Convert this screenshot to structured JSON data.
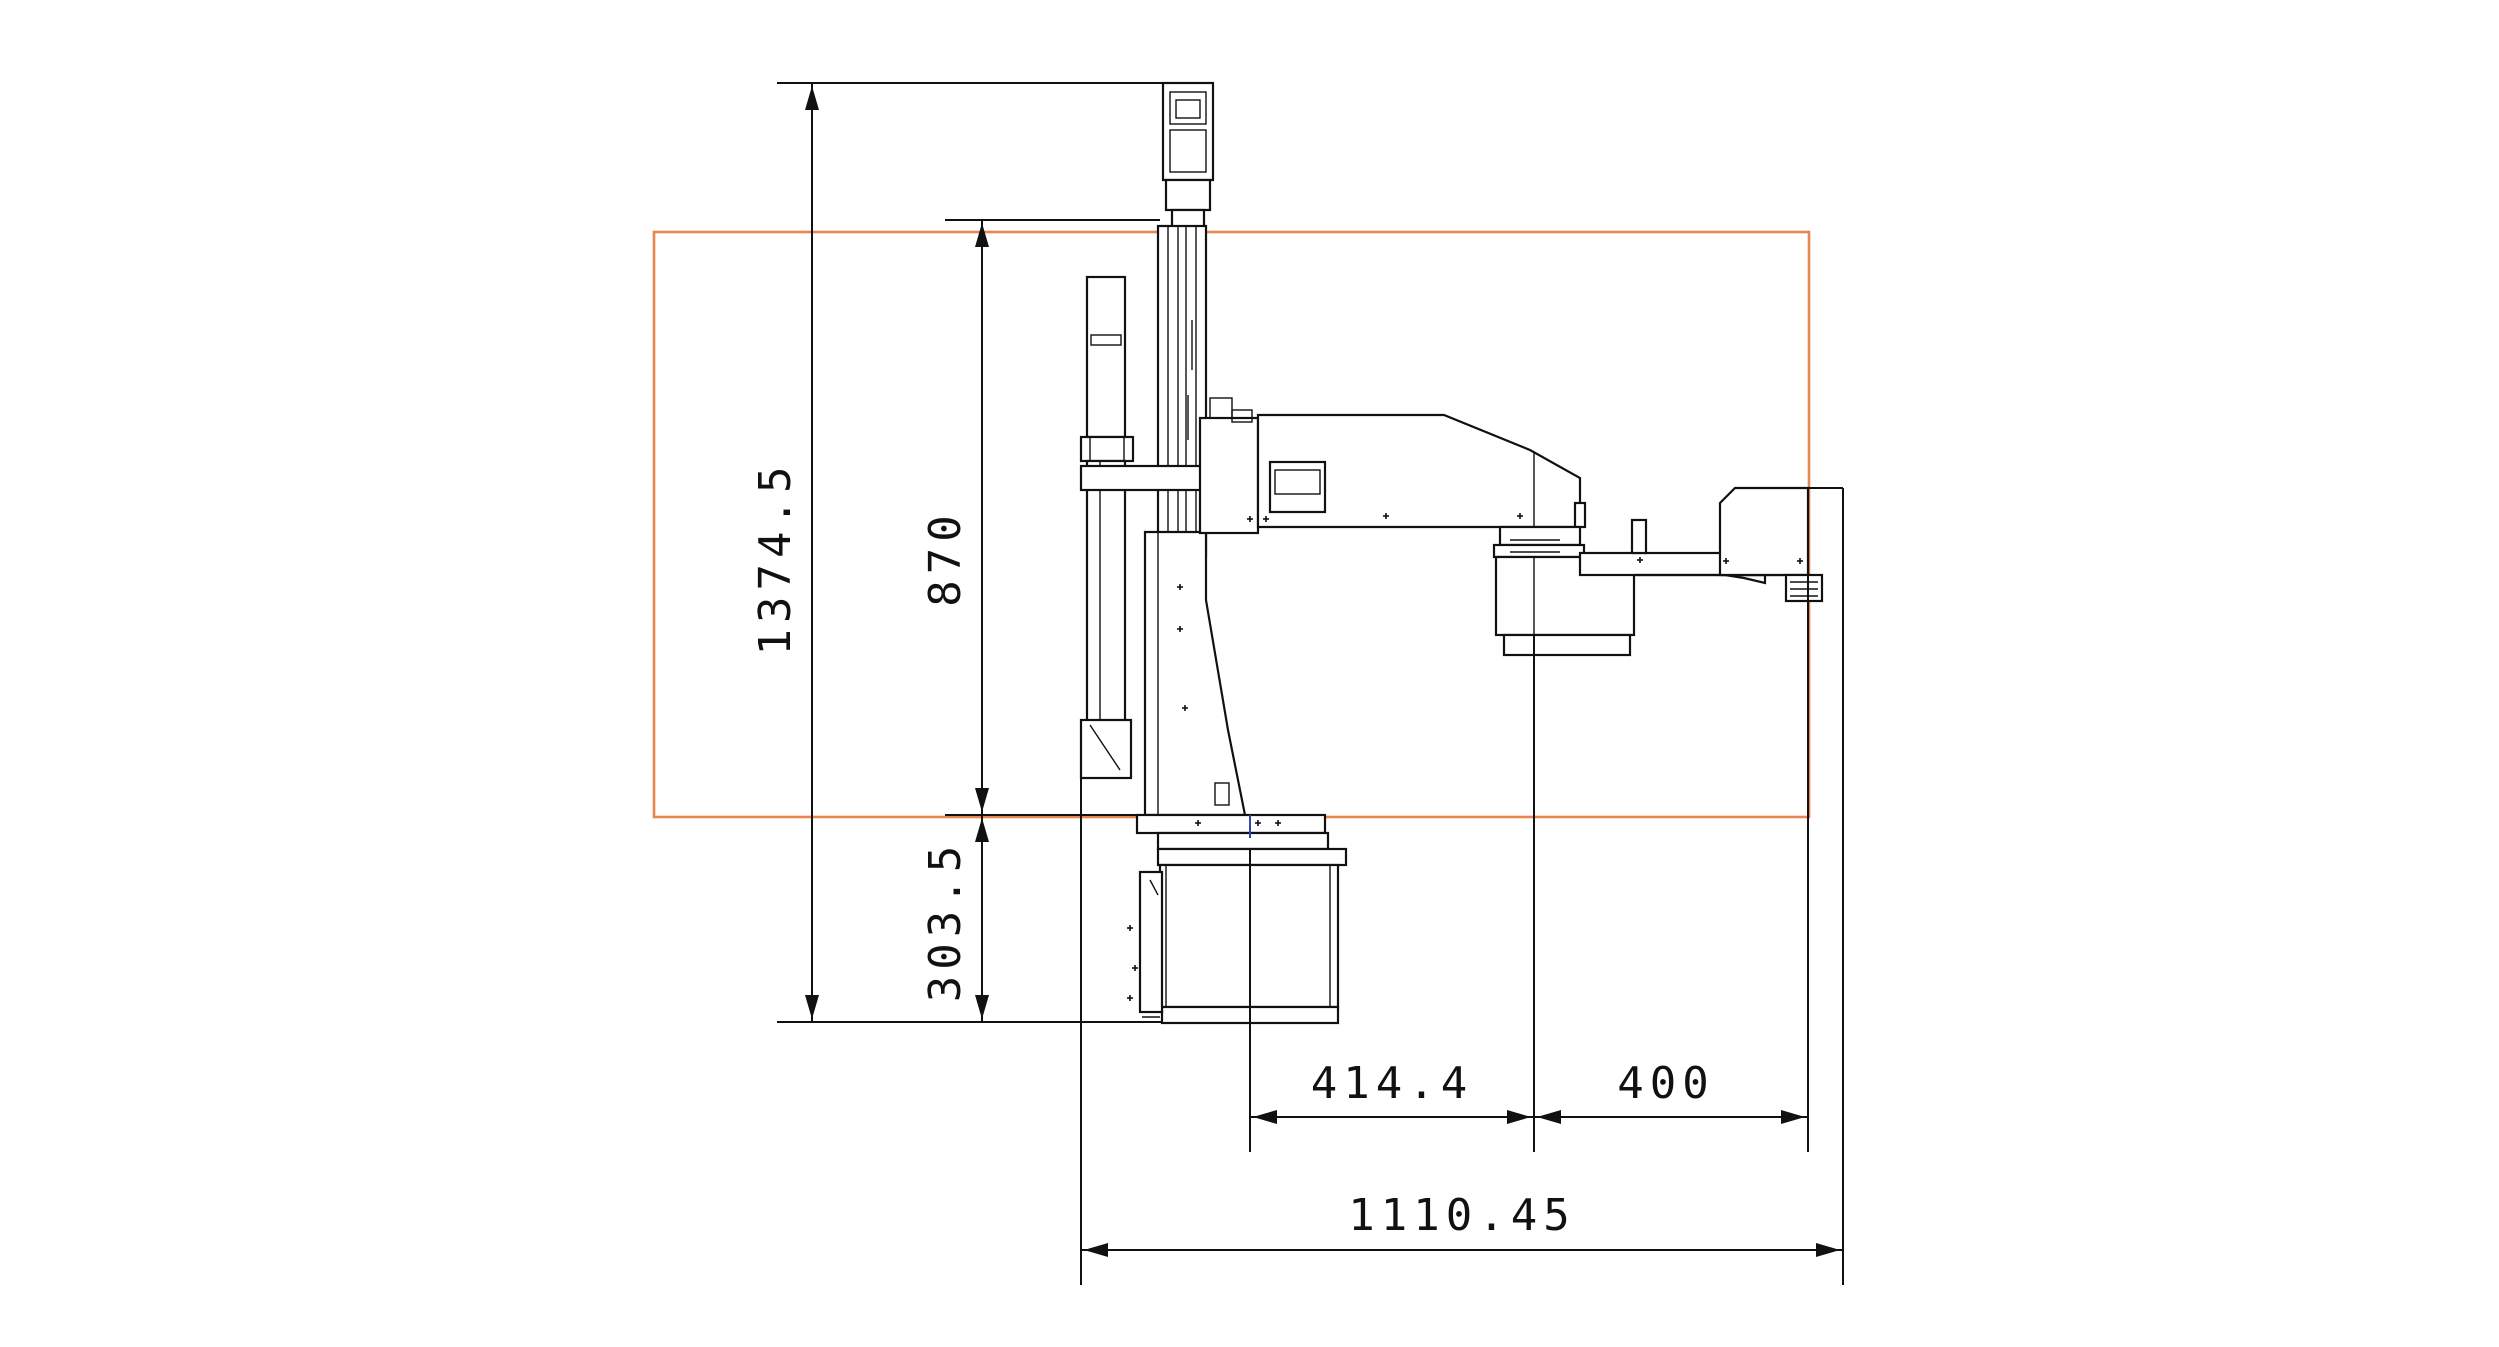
{
  "dimensions": {
    "total_height": "1374.5",
    "z_stroke": "870",
    "base_height": "303.5",
    "arm1_length": "414.4",
    "arm2_length": "400",
    "total_reach": "1110.45"
  },
  "colors": {
    "line": "#111111",
    "work_envelope": "#e8864f",
    "background": "#ffffff"
  }
}
